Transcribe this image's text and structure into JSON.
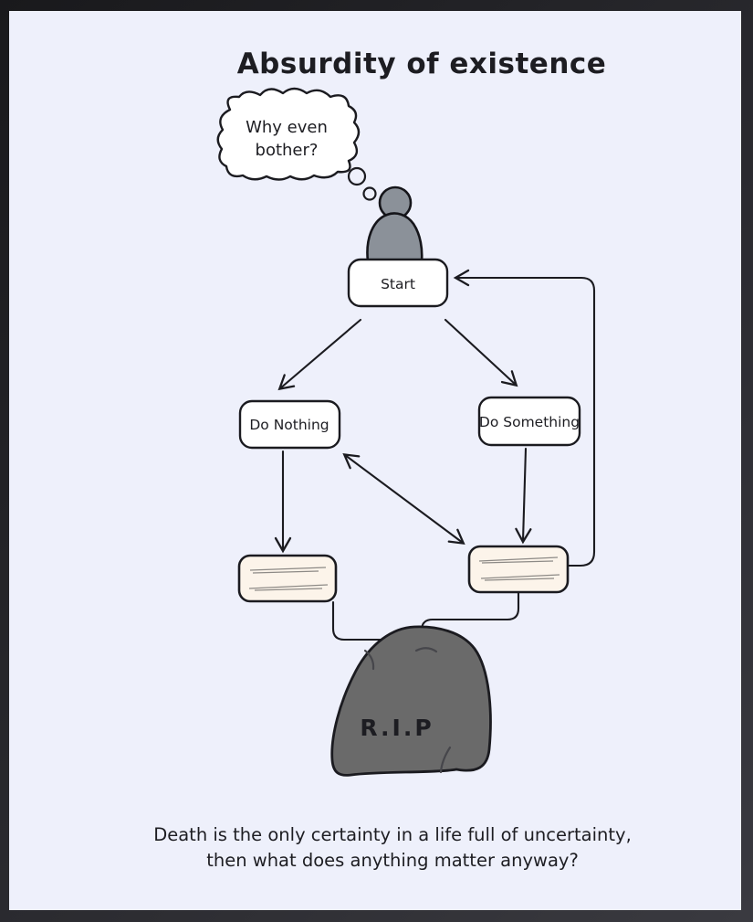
{
  "title": "Absurdity of existence",
  "thought_bubble": {
    "line1": "Why even",
    "line2": "bother?"
  },
  "nodes": {
    "start": {
      "label": "Start"
    },
    "do_nothing": {
      "label": "Do Nothing"
    },
    "do_something": {
      "label": "Do Something"
    }
  },
  "notes": {
    "left": {
      "content": ""
    },
    "right": {
      "content": ""
    }
  },
  "tombstone": {
    "label": "R.I.P"
  },
  "caption": {
    "line1": "Death is the only certainty in a life full of uncertainty,",
    "line2": "then what does anything matter anyway?"
  },
  "colors": {
    "page_background": "#eef0fb",
    "frame_background": "#28282c",
    "node_fill": "#ffffff",
    "note_fill": "#fcf4ea",
    "figure_gray": "#8b9199",
    "stone_gray": "#6a6a6a",
    "ink": "#1b1b20",
    "scribble_gray": "#8d8a86"
  }
}
